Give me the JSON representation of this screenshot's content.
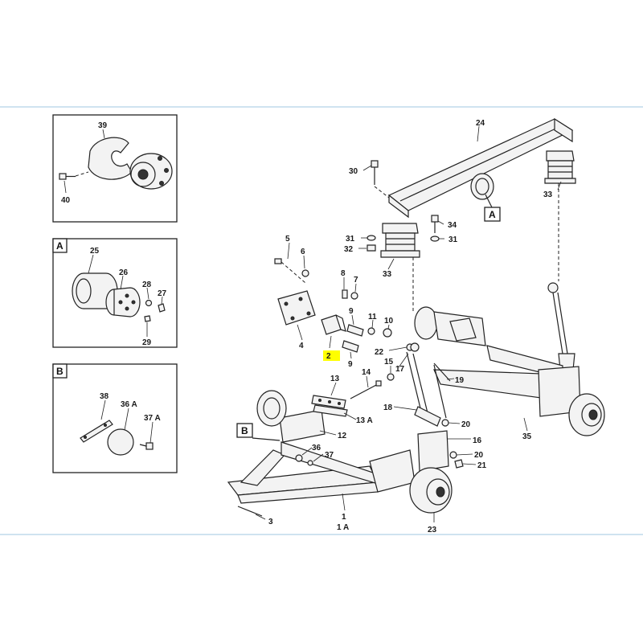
{
  "diagram": {
    "detail_boxes": [
      {
        "id": "detail-top",
        "tag": "",
        "labels": [
          "39",
          "40"
        ]
      },
      {
        "id": "detail-A",
        "tag": "A",
        "labels": [
          "25",
          "26",
          "28",
          "27",
          "29"
        ]
      },
      {
        "id": "detail-B",
        "tag": "B",
        "labels": [
          "38",
          "36 A",
          "37 A"
        ]
      }
    ],
    "callouts": {
      "A": "A",
      "B": "B"
    },
    "labels": {
      "l24": "24",
      "l30": "30",
      "l33a": "33",
      "l33b": "33",
      "l34": "34",
      "l31a": "31",
      "l31b": "31",
      "l32": "32",
      "l5": "5",
      "l6": "6",
      "l8": "8",
      "l7": "7",
      "l4": "4",
      "l2": "2",
      "l9a": "9",
      "l9b": "9",
      "l11": "11",
      "l10": "10",
      "l22": "22",
      "l17": "17",
      "l15": "15",
      "l14": "14",
      "l13": "13",
      "l13a": "13 A",
      "l12": "12",
      "l18": "18",
      "l19": "19",
      "l20a": "20",
      "l20b": "20",
      "l16": "16",
      "l21": "21",
      "l35": "35",
      "l36": "36",
      "l37": "37",
      "l1": "1",
      "l1a": "1 A",
      "l3": "3",
      "l23": "23"
    },
    "highlight_color": "#ffff00"
  }
}
